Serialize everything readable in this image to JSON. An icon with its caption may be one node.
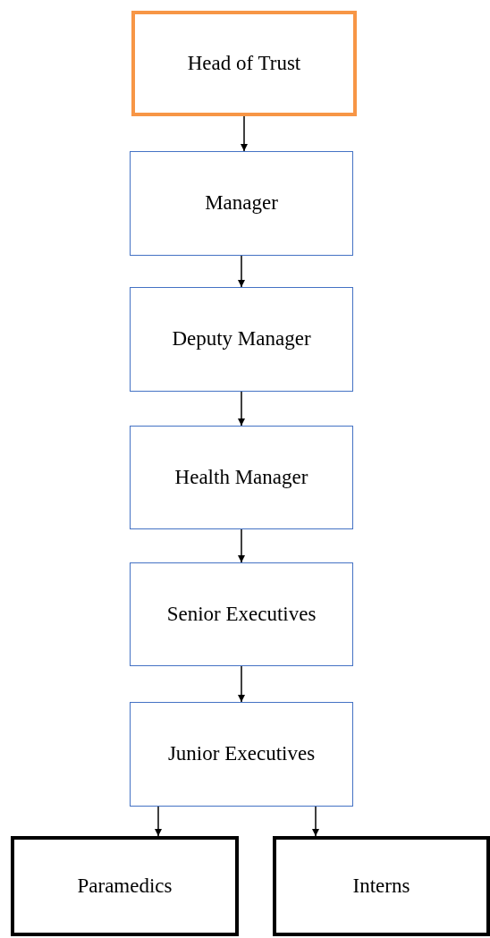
{
  "diagram": {
    "nodes": [
      {
        "text": [
          "Head of Trust"
        ]
      },
      {
        "text": [
          "Manager"
        ]
      },
      {
        "text": [
          "Deputy Manager"
        ]
      },
      {
        "text": [
          "Health Manager"
        ]
      },
      {
        "text": [
          "Senior Executives"
        ]
      },
      {
        "text": [
          "Junior Executives"
        ]
      },
      {
        "text": [
          "Paramedics"
        ]
      },
      {
        "text": [
          "Interns"
        ]
      }
    ],
    "edges": [
      {
        "from": 0,
        "to": 1,
        "arrow": "to"
      },
      {
        "from": 1,
        "to": 2,
        "arrow": "to"
      },
      {
        "from": 2,
        "to": 3,
        "arrow": "to"
      },
      {
        "from": 3,
        "to": 4,
        "arrow": "to"
      },
      {
        "from": 4,
        "to": 5,
        "arrow": "to"
      },
      {
        "from": 5,
        "to": 6,
        "arrow": "to"
      },
      {
        "from": 5,
        "to": 7,
        "arrow": "to"
      }
    ]
  }
}
